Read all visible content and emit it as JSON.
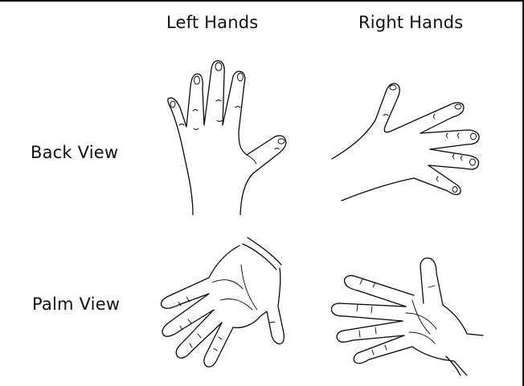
{
  "columns": {
    "left": "Left Hands",
    "right": "Right Hands"
  },
  "rows": {
    "back": "Back View",
    "palm": "Palm View"
  },
  "colors": {
    "line": "#000000",
    "background": "#ffffff"
  }
}
